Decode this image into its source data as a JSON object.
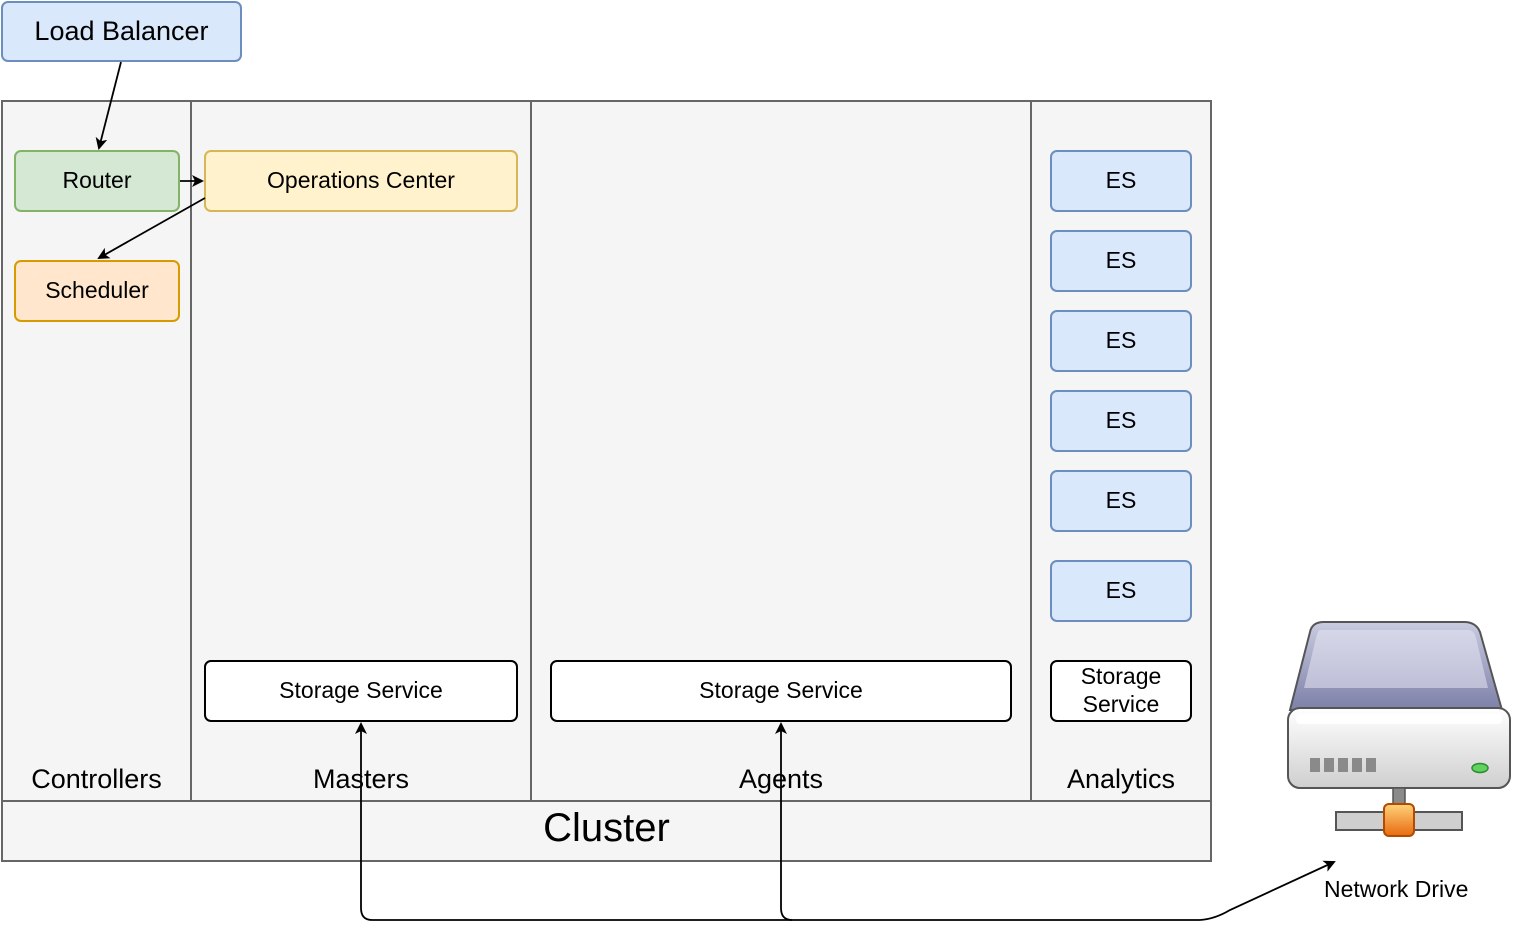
{
  "load_balancer": "Load Balancer",
  "cluster": {
    "label": "Cluster",
    "columns": {
      "controllers": "Controllers",
      "masters": "Masters",
      "agents": "Agents",
      "analytics": "Analytics"
    }
  },
  "controllers": {
    "router": "Router",
    "scheduler": "Scheduler"
  },
  "masters": {
    "operations_center": "Operations Center",
    "storage": "Storage Service"
  },
  "agents": {
    "storage": "Storage Service"
  },
  "analytics": {
    "es_nodes": [
      "ES",
      "ES",
      "ES",
      "ES",
      "ES",
      "ES"
    ],
    "storage_line1": "Storage",
    "storage_line2": "Service"
  },
  "network_drive": {
    "label": "Network Drive",
    "icon": "network-drive-icon"
  },
  "colors": {
    "blue_fill": "#dae8fc",
    "blue_stroke": "#6c8ebf",
    "green_fill": "#d5e8d4",
    "green_stroke": "#82b366",
    "orange_fill": "#ffe6cc",
    "orange_stroke": "#d79b00",
    "yellow_fill": "#fff2cc",
    "yellow_stroke": "#d6b656",
    "panel_fill": "#f5f5f5",
    "panel_stroke": "#666666"
  }
}
